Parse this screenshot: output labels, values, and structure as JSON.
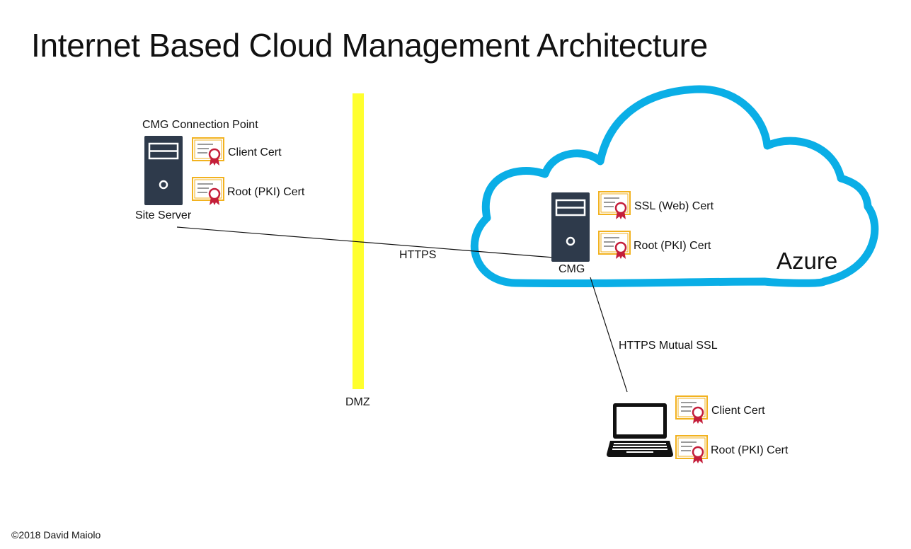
{
  "title": "Internet Based Cloud Management Architecture",
  "site": {
    "role_label": "CMG Connection Point",
    "server_label": "Site Server",
    "certs": [
      "Client Cert",
      "Root (PKI) Cert"
    ]
  },
  "dmz": {
    "label": "DMZ",
    "color": "#ffff2e"
  },
  "links": {
    "site_to_cmg": "HTTPS",
    "cmg_to_client": "HTTPS Mutual SSL"
  },
  "cloud": {
    "label": "Azure",
    "color": "#0aaee6"
  },
  "cmg": {
    "server_label": "CMG",
    "certs": [
      "SSL (Web) Cert",
      "Root (PKI) Cert"
    ]
  },
  "client": {
    "certs": [
      "Client Cert",
      "Root (PKI) Cert"
    ]
  },
  "footer": "©2018 David Maiolo",
  "colors": {
    "server": "#2e3a4b",
    "cert_border": "#f2b21f",
    "cert_seal": "#c41e3a"
  }
}
